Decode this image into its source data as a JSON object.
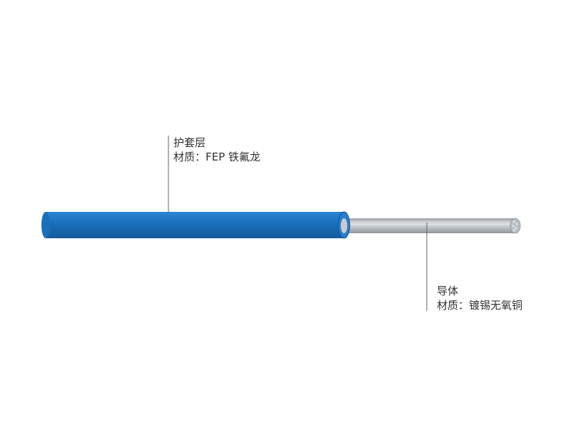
{
  "labels": {
    "sheath": {
      "title": "护套层",
      "material": "材质：FEP 铁氟龙"
    },
    "conductor": {
      "title": "导体",
      "material": "材质：镀锡无氧铜"
    }
  },
  "colors": {
    "sheath_blue": "#1a6fba",
    "sheath_dark": "#0f4f8f",
    "wire_silver": "#c8ccd0",
    "leader_line": "#666666",
    "text": "#333333"
  }
}
